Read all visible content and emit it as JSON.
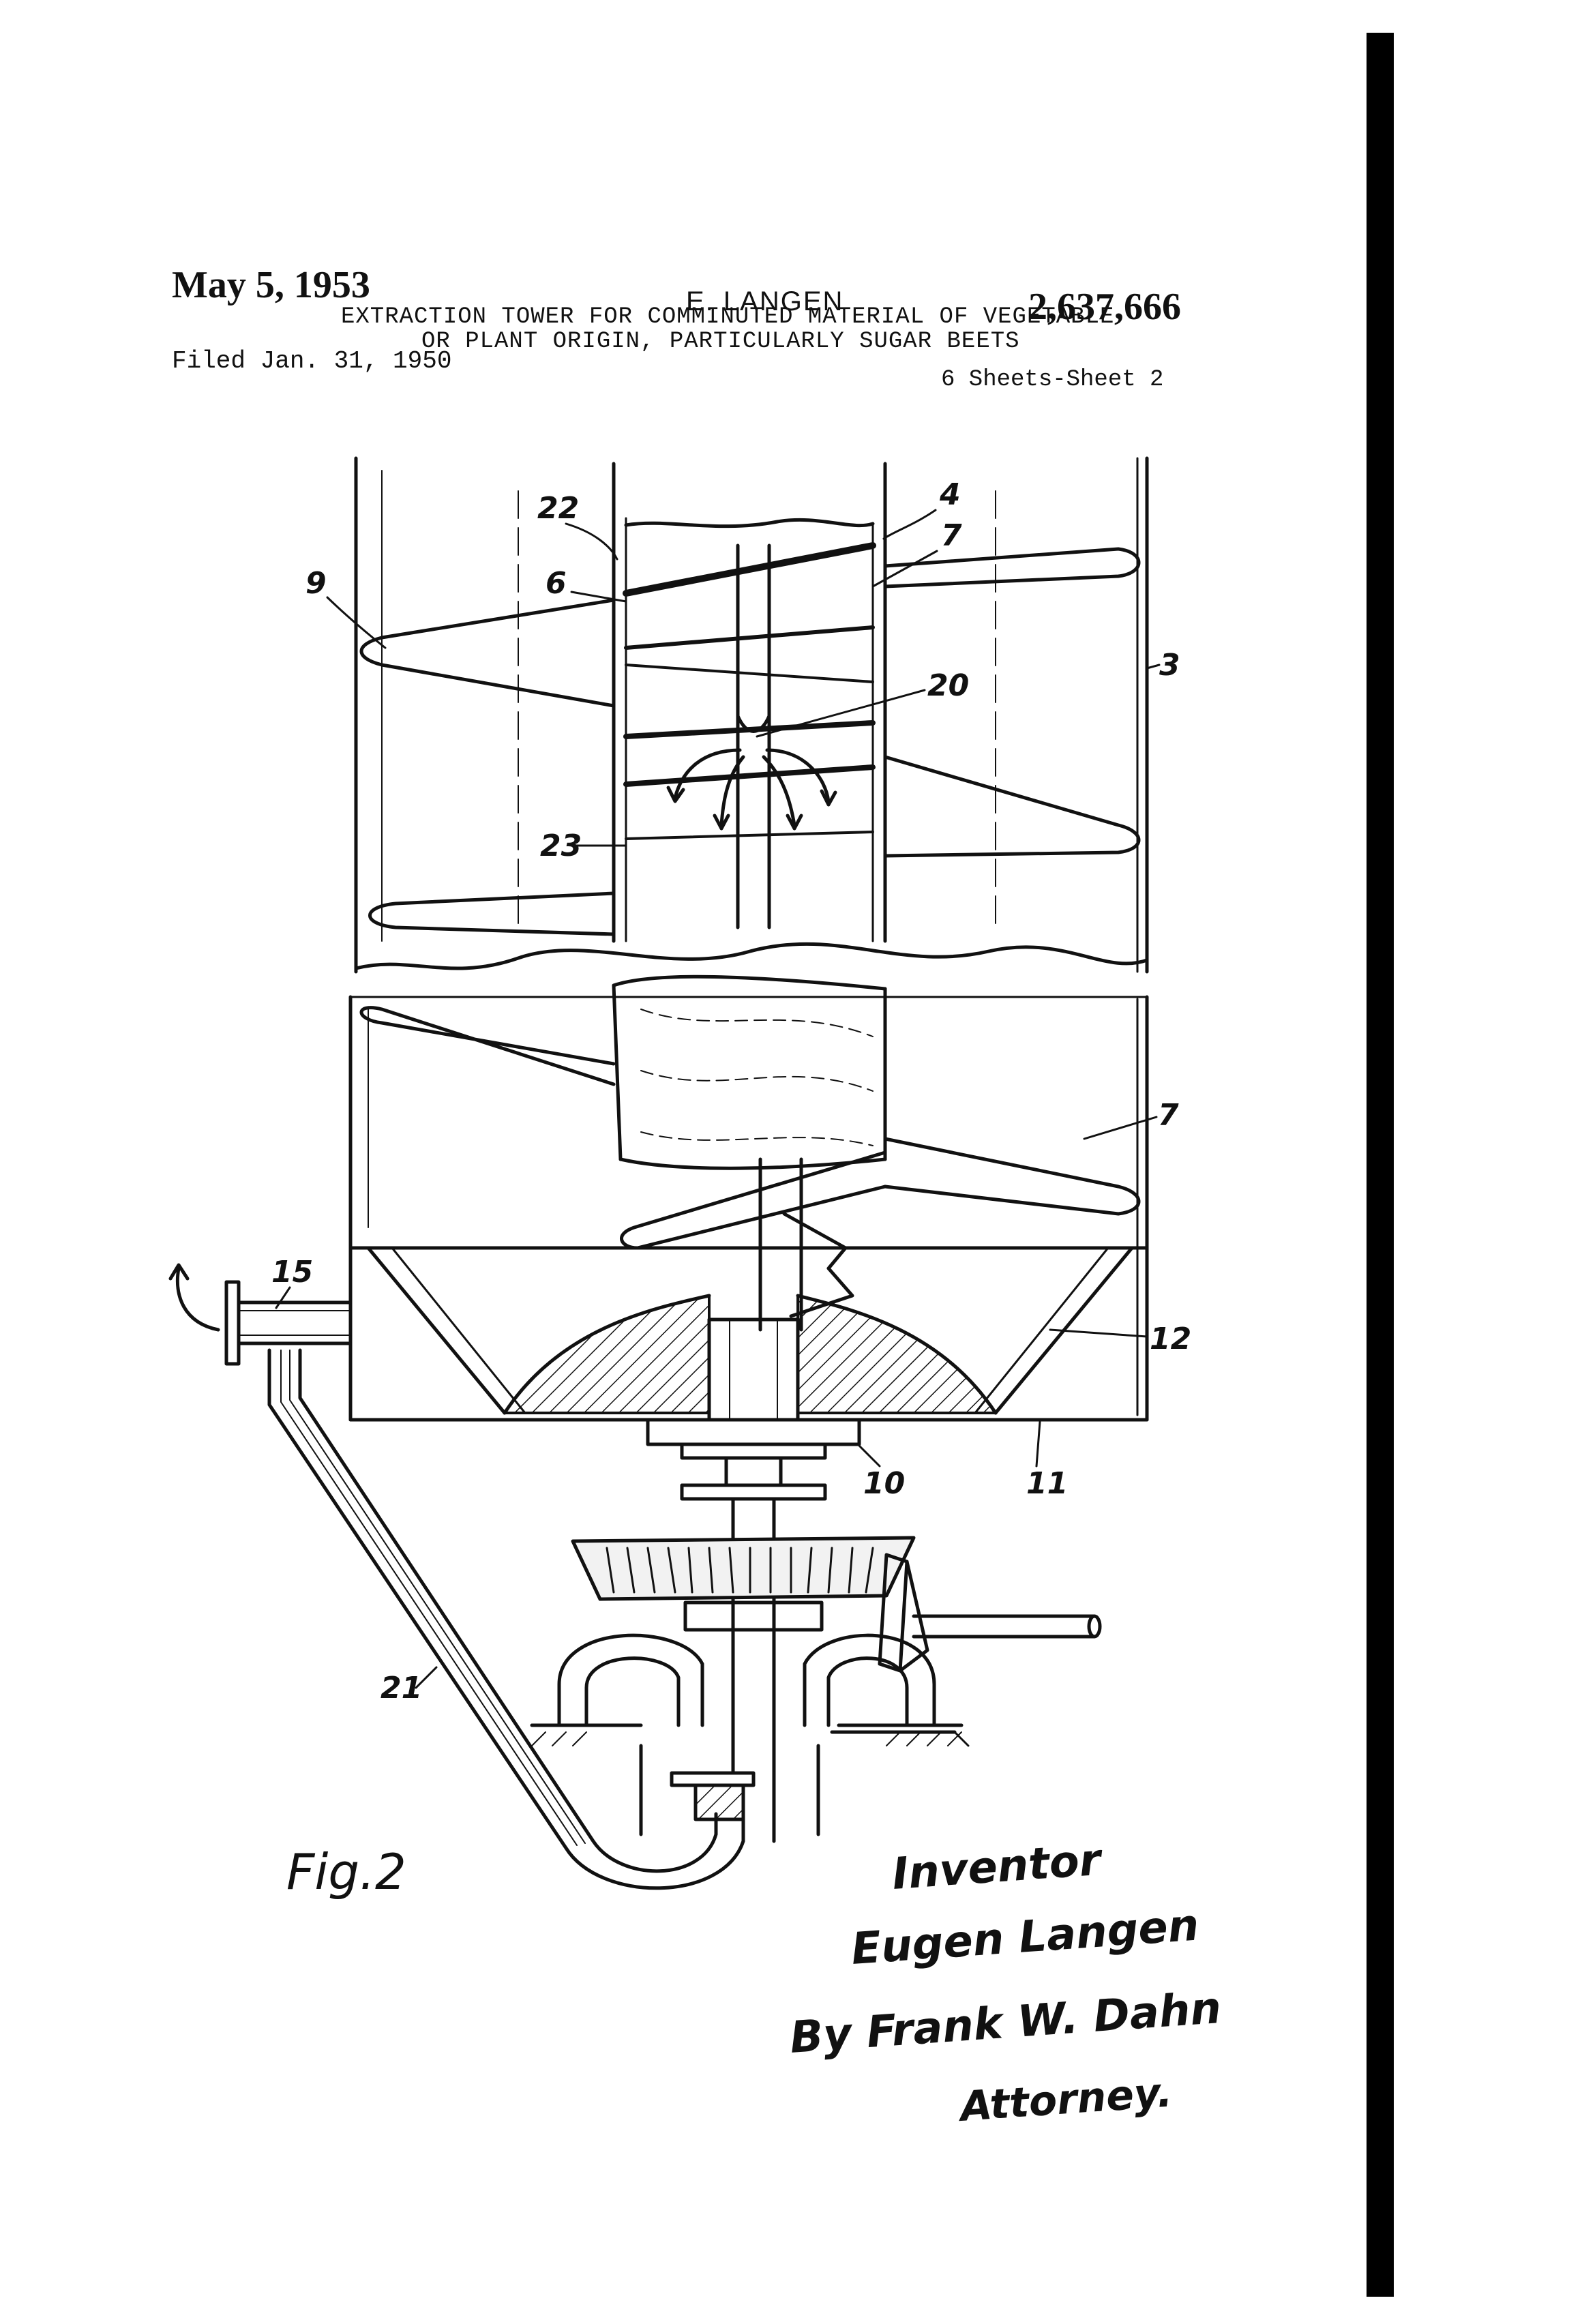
{
  "header": {
    "date": "May 5, 1953",
    "inventor": "E. LANGEN",
    "patent_number": "2,637,666",
    "title_line1": "EXTRACTION TOWER FOR COMMINUTED MATERIAL OF VEGETABLE",
    "title_line2": "OR PLANT ORIGIN, PARTICULARLY SUGAR BEETS",
    "filed": "Filed Jan. 31, 1950",
    "sheets": "6 Sheets-Sheet 2"
  },
  "figure": {
    "caption": "Fig.2",
    "reference_numerals": [
      "22",
      "4",
      "7",
      "9",
      "6",
      "3",
      "20",
      "23",
      "7",
      "15",
      "12",
      "10",
      "11",
      "21"
    ]
  },
  "signature": {
    "inventor_label": "Inventor",
    "inventor_name": "Eugen Langen",
    "by_attorney": "By Frank W. Dahn",
    "attorney_label": "Attorney."
  },
  "colors": {
    "ink": "#111111",
    "paper": "#ffffff",
    "edge_bar": "#000000"
  }
}
